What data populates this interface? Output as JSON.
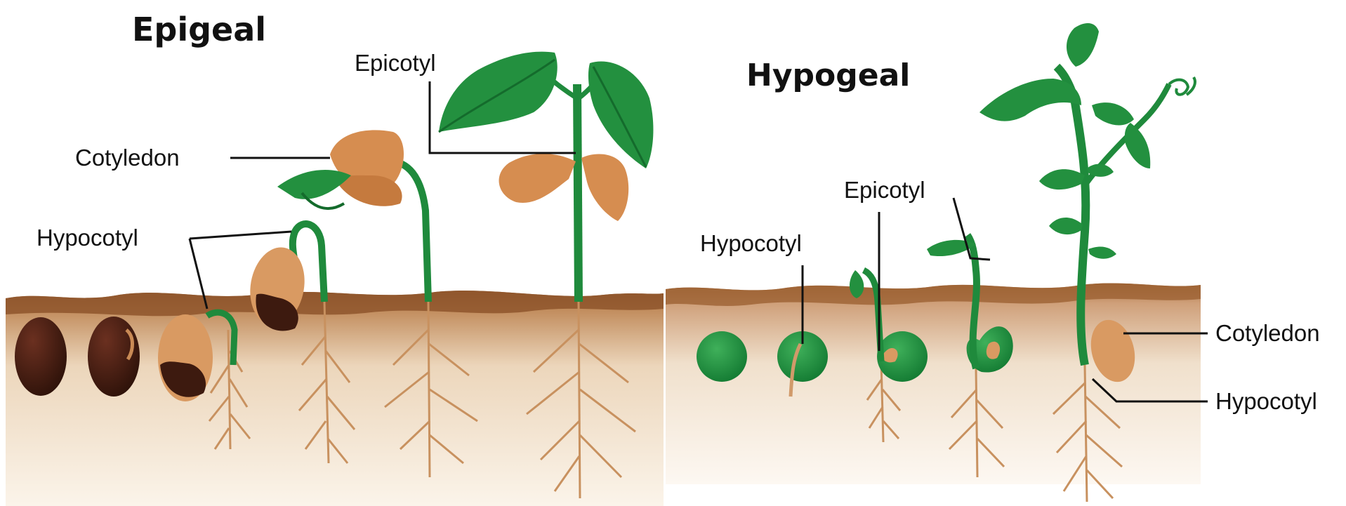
{
  "epigeal": {
    "title": "Epigeal",
    "labels": {
      "epicotyl": "Epicotyl",
      "cotyledon": "Cotyledon",
      "hypocotyl": "Hypocotyl"
    }
  },
  "hypogeal": {
    "title": "Hypogeal",
    "labels": {
      "epicotyl": "Epicotyl",
      "hypocotyl_seed": "Hypocotyl",
      "cotyledon": "Cotyledon",
      "hypocotyl_root": "Hypocotyl"
    }
  },
  "colors": {
    "stem_green": "#1f8a3c",
    "leaf_green": "#23903f",
    "leaf_dark": "#146b2c",
    "bean_dark": "#3d1a0f",
    "cotyledon_tan": "#d8955a",
    "root_tan": "#c8915f",
    "soil_dark": "#8a5228",
    "soil_light": "#f1dfc6"
  }
}
